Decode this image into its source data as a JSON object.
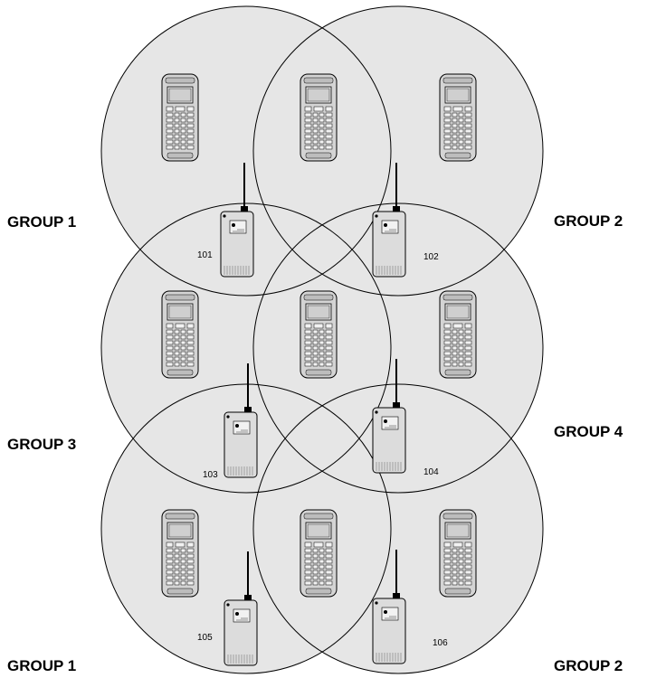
{
  "groups": {
    "row1_left": "GROUP 1",
    "row1_right": "GROUP 2",
    "row2_left": "GROUP 3",
    "row2_right": "GROUP 4",
    "row3_left": "GROUP 1",
    "row3_right": "GROUP 2"
  },
  "access_points": {
    "ap1": "101",
    "ap2": "102",
    "ap3": "103",
    "ap4": "104",
    "ap5": "105",
    "ap6": "106"
  },
  "colors": {
    "coverage_fill": "#e6e6e6",
    "outline": "#000000",
    "device_body": "#d9d9d9"
  }
}
